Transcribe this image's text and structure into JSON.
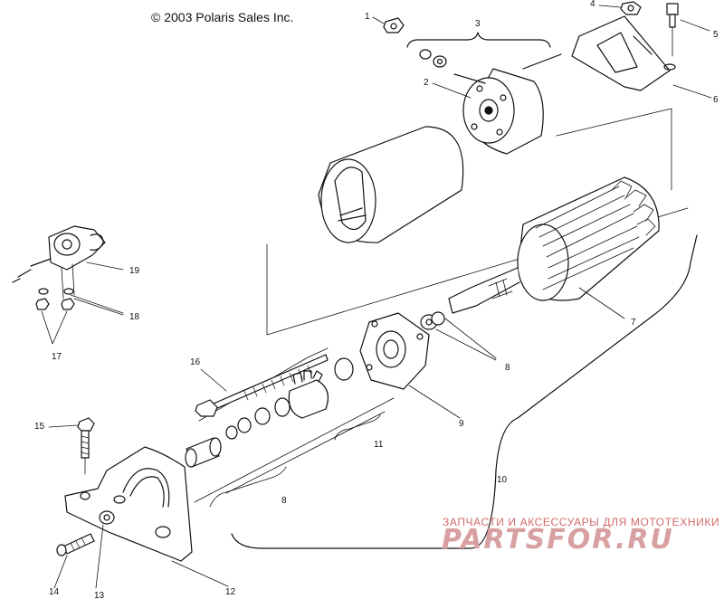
{
  "copyright": "© 2003 Polaris Sales Inc.",
  "watermark": {
    "subtitle": "ЗАПЧАСТИ И АКСЕССУАРЫ ДЛЯ МОТОТЕХНИКИ",
    "logo_text": "PARTSFOR.RU"
  },
  "callouts": {
    "c1": "1",
    "c2": "2",
    "c3": "3",
    "c4": "4",
    "c5": "5",
    "c6": "6",
    "c7": "7",
    "c8a": "8",
    "c8b": "8",
    "c9": "9",
    "c10": "10",
    "c11": "11",
    "c12": "12",
    "c13": "13",
    "c14": "14",
    "c15": "15",
    "c16": "16",
    "c17": "17",
    "c18": "18",
    "c19": "19"
  },
  "colors": {
    "line": "#111111",
    "watermark": "#d36a6a"
  }
}
